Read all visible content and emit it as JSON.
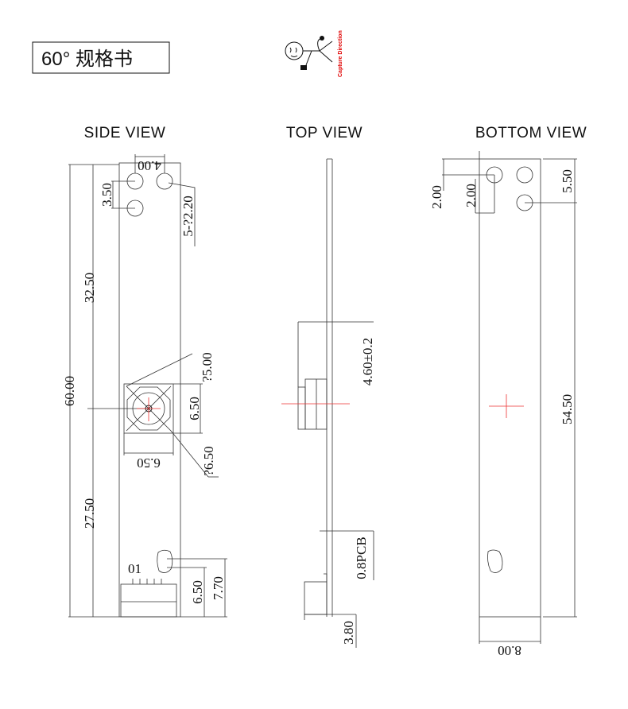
{
  "header": {
    "title": "60°  规格书"
  },
  "logo": {
    "text": "Capture Direction"
  },
  "views": {
    "side": {
      "title": "SIDE VIEW",
      "dims": {
        "overall": "60.00",
        "upper": "32.50",
        "lower": "27.50",
        "hole_pitch_v": "3.50",
        "hole_pitch_h": "4.00",
        "holes": "5-?2.20",
        "lens_outer": "?5.00",
        "lens_square_v": "6.50",
        "lens_square_h": "6.50",
        "lens_diag": "?6.50",
        "conn_a": "6.50",
        "conn_b": "7.70"
      },
      "connector_label": "01"
    },
    "top": {
      "title": "TOP VIEW",
      "dims": {
        "height": "4.60±0.2",
        "pcb": "0.8PCB",
        "connector": "3.80"
      }
    },
    "bottom": {
      "title": "BOTTOM  VIEW",
      "dims": {
        "edge_x": "2.00",
        "edge_y": "2.00",
        "hole": "5.50",
        "length": "54.50",
        "width": "8.00"
      }
    }
  },
  "colors": {
    "line": "#333333",
    "centerline": "#e33333",
    "logo_text": "#e00000"
  }
}
